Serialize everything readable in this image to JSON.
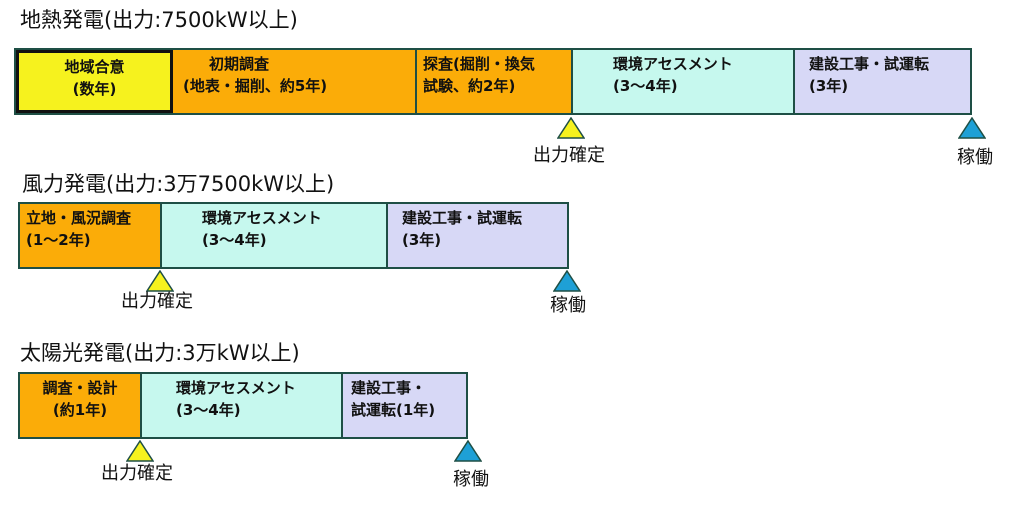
{
  "geothermal": {
    "title": "地熱発電(出力:7500kW以上)",
    "phases": [
      {
        "line1": "地域合意",
        "line2": "(数年)",
        "color": "#f6f21e"
      },
      {
        "line1": "初期調査",
        "line2": "(地表・掘削、約5年)",
        "color": "#fbac08"
      },
      {
        "line1": "探査(掘削・換気",
        "line2": "試験、約2年)",
        "color": "#fbac08"
      },
      {
        "line1": "環境アセスメント",
        "line2": "(3～4年)",
        "color": "#c6f8ee"
      },
      {
        "line1": "建設工事・試運転",
        "line2": "(3年)",
        "color": "#d7d8f6"
      }
    ],
    "output_decided": "出力確定",
    "operation": "稼働"
  },
  "wind": {
    "title": "風力発電(出力:3万7500kW以上)",
    "phases": [
      {
        "line1": "立地・風況調査",
        "line2": "(1～2年)",
        "color": "#fbac08"
      },
      {
        "line1": "環境アセスメント",
        "line2": "(3～4年)",
        "color": "#c6f8ee"
      },
      {
        "line1": "建設工事・試運転",
        "line2": "(3年)",
        "color": "#d7d8f6"
      }
    ],
    "output_decided": "出力確定",
    "operation": "稼働"
  },
  "solar": {
    "title": "太陽光発電(出力:3万kW以上)",
    "phases": [
      {
        "line1": "調査・設計",
        "line2": "(約1年)",
        "color": "#fbac08"
      },
      {
        "line1": "環境アセスメント",
        "line2": "(3～4年)",
        "color": "#c6f8ee"
      },
      {
        "line1": "建設工事・",
        "line2": "試運転(1年)",
        "color": "#d7d8f6"
      }
    ],
    "output_decided": "出力確定",
    "operation": "稼働"
  },
  "marker_colors": {
    "output_decided": "#f6f21e",
    "operation": "#1ea0d6"
  }
}
